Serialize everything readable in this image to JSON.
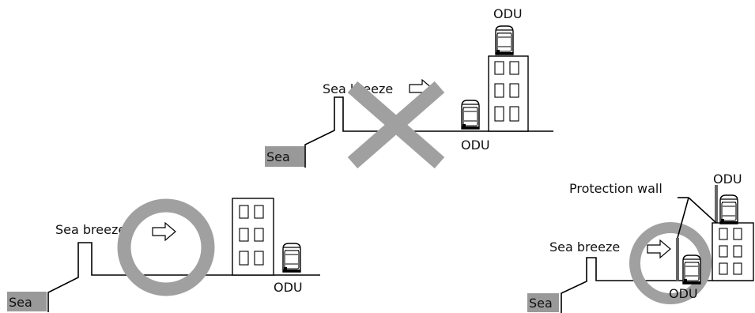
{
  "colors": {
    "sea_box": "#999999",
    "mark": "#a0a0a0",
    "wall": "#666666",
    "ink": "#000000"
  },
  "icons": {
    "wrong": "cross-mark-icon",
    "correct": "circle-mark-icon",
    "wind": "arrow-right-icon",
    "unit": "outdoor-unit-icon"
  },
  "panels": {
    "bad_case": {
      "sea_label": "Sea",
      "breeze_label": "Sea breeze",
      "odu_roof_label": "ODU",
      "odu_ground_label": "ODU"
    },
    "good_building": {
      "sea_label": "Sea",
      "breeze_label": "Sea breeze",
      "odu_label": "ODU"
    },
    "good_wall": {
      "sea_label": "Sea",
      "breeze_label": "Sea breeze",
      "wall_label": "Protection wall",
      "odu_roof_label": "ODU",
      "odu_ground_label": "ODU"
    }
  }
}
